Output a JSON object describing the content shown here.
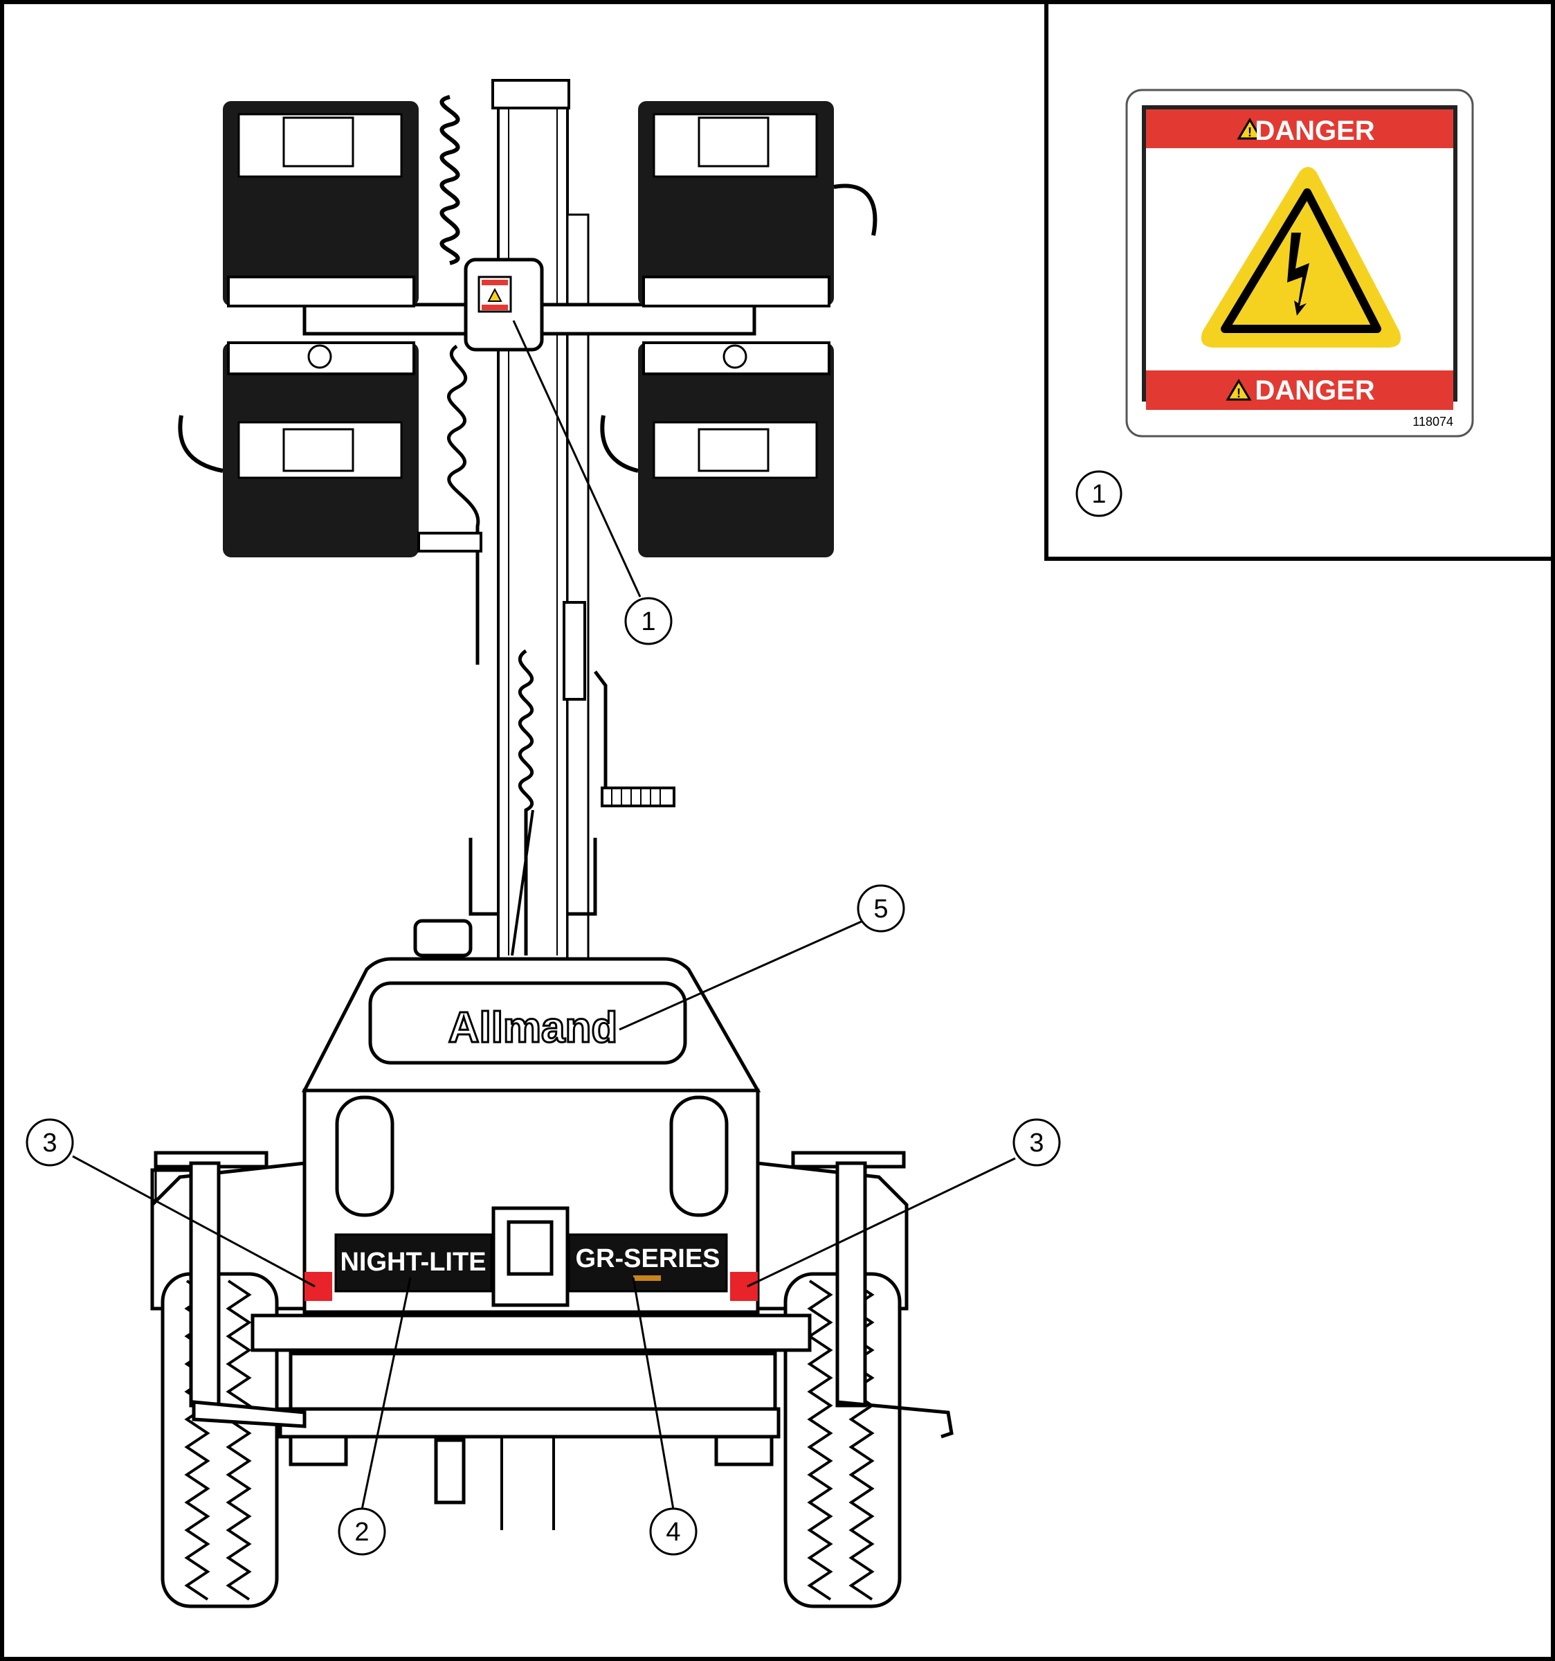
{
  "decal_inset": {
    "header_text": "DANGER",
    "footer_text": "DANGER",
    "part_number": "118074",
    "callout": "1",
    "colors": {
      "danger_red": "#e23a32",
      "warning_yellow": "#f5d21f",
      "outline": "#000000"
    },
    "icon": "electrical-hazard-icon"
  },
  "machine": {
    "brand_logo": "Allmand",
    "left_panel_label": "NIGHT-LITE",
    "right_panel_label": "GR-SERIES",
    "tail_light_color": "#e8232a"
  },
  "callouts": [
    "1",
    "2",
    "3",
    "3",
    "4",
    "5"
  ]
}
